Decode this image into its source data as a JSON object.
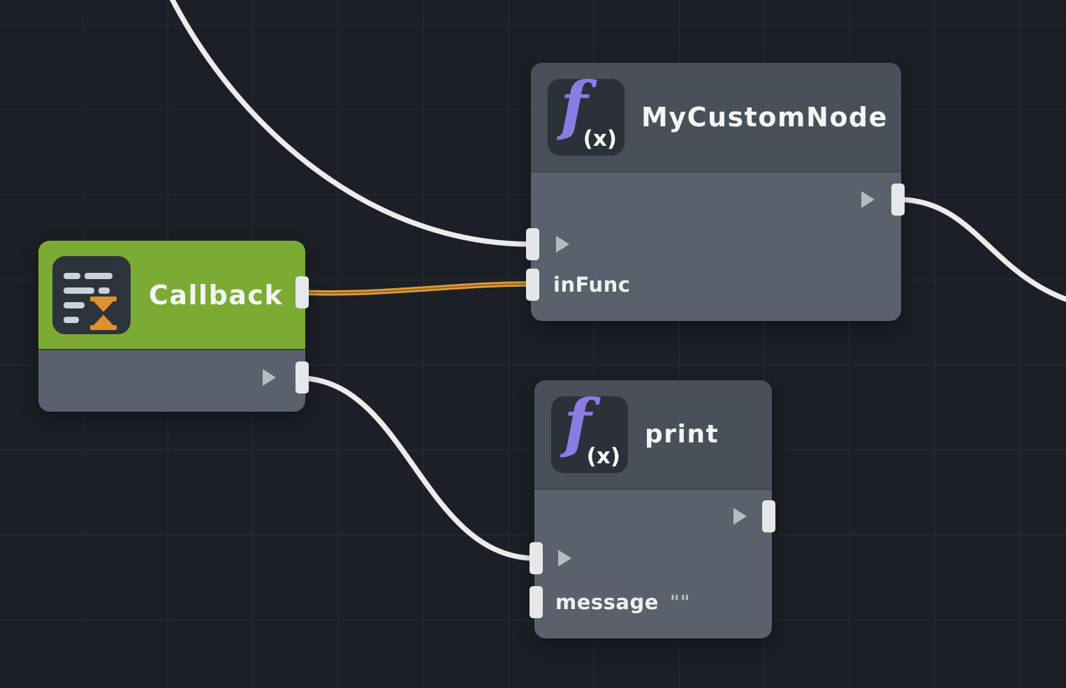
{
  "canvas": {
    "background": "#1c2026",
    "grid_color": "#23282f"
  },
  "icons": {
    "fx": {
      "f": "f",
      "sub": "(x)"
    }
  },
  "nodes": [
    {
      "title": "MyCustomNode",
      "kind": "function",
      "header_color": "#49505a",
      "body_color": "#5a616c",
      "inputs": [
        {
          "type": "exec",
          "label": ""
        },
        {
          "type": "data",
          "label": "inFunc"
        }
      ],
      "outputs": [
        {
          "type": "exec",
          "label": ""
        }
      ]
    },
    {
      "title": "Callback",
      "kind": "callback",
      "header_color": "#7cab33",
      "body_color": "#5a616c",
      "inputs": [],
      "outputs": [
        {
          "type": "data",
          "label": ""
        },
        {
          "type": "exec",
          "label": ""
        }
      ]
    },
    {
      "title": "print",
      "kind": "function",
      "header_color": "#49505a",
      "body_color": "#5a616c",
      "inputs": [
        {
          "type": "exec",
          "label": ""
        },
        {
          "type": "data",
          "label": "message",
          "value": "\"\""
        }
      ],
      "outputs": [
        {
          "type": "exec",
          "label": ""
        }
      ]
    }
  ],
  "connections": [
    {
      "from": "offscreen-top-left",
      "to": "MyCustomNode.exec-in",
      "color": "#ececec"
    },
    {
      "from": "Callback.callback-out",
      "to": "MyCustomNode.inFunc",
      "color": "#e59d3b",
      "core_color": "#9a6a1e"
    },
    {
      "from": "MyCustomNode.exec-out",
      "to": "offscreen-right",
      "color": "#ececec"
    },
    {
      "from": "Callback.exec-out",
      "to": "print.exec-in",
      "color": "#ececec"
    }
  ]
}
